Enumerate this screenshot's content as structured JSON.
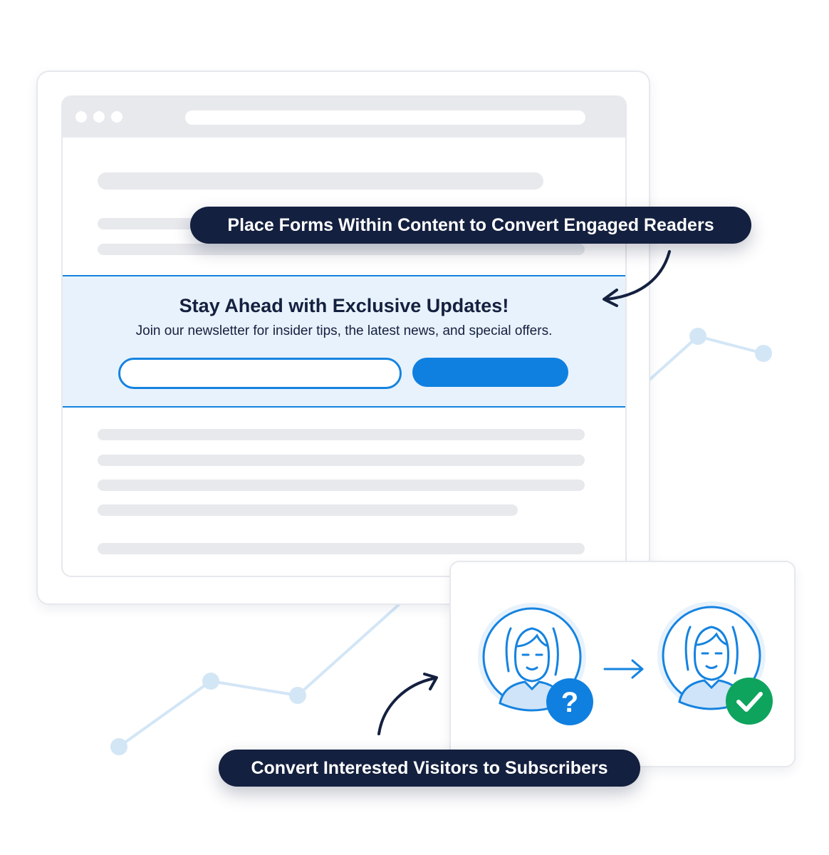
{
  "form": {
    "title": "Stay Ahead with Exclusive Updates!",
    "subtitle": "Join our newsletter for insider tips, the latest news, and special offers."
  },
  "callouts": {
    "top": "Place Forms Within Content to Convert Engaged Readers",
    "bottom": "Convert Interested Visitors to Subscribers"
  },
  "badges": {
    "before": "?",
    "after": "check-icon"
  },
  "colors": {
    "accent": "#1583e0",
    "navy": "#14203f",
    "success": "#0ea45e",
    "placeholder": "#e8e9ed",
    "form_bg": "#e8f2fc"
  }
}
